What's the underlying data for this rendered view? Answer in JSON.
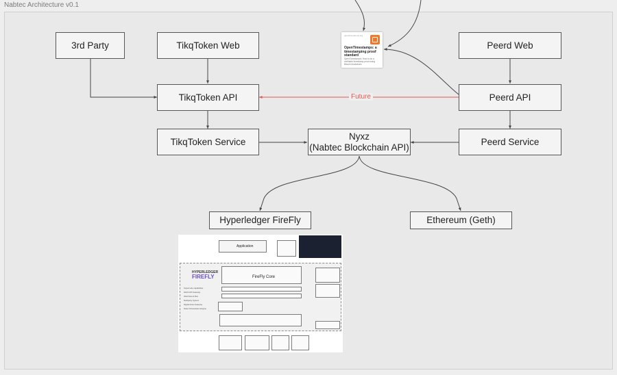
{
  "frame": {
    "title": "Nabtec Architecture v0.1"
  },
  "nodes": {
    "third_party": "3rd Party",
    "tikq_web": "TikqToken Web",
    "tikq_api": "TikqToken API",
    "tikq_service": "TikqToken Service",
    "nyxz_line1": "Nyxz",
    "nyxz_line2": "(Nabtec Blockchain API)",
    "peerd_web": "Peerd Web",
    "peerd_api": "Peerd API",
    "peerd_service": "Peerd Service",
    "firefly": "Hyperledger FireFly",
    "ethereum": "Ethereum (Geth)"
  },
  "edges": {
    "future_label": "Future",
    "future_color": "#e0584f",
    "line_color": "#444444"
  },
  "ots_card": {
    "site": "opentimestamps.org",
    "title": "OpenTimestamps: a timestamping proof standard",
    "description": "OpenTimestamps: How to do a verifiable timestamp proof using Bitcoin blockchain",
    "logo_color": "#f07a2a"
  },
  "firefly_figure": {
    "application": "Application",
    "brand_top": "HYPERLEDGER",
    "brand": "FIREFLY",
    "core": "FireFly Core",
    "brand_color": "#6a4bd6",
    "capabilities": [
      "Supernode capabilities",
      "Web3 API Gateway",
      "Web3 Event Bus",
      "Multiparty System",
      "Digital Asset Gateway",
      "Data Orchestration Engine"
    ]
  }
}
